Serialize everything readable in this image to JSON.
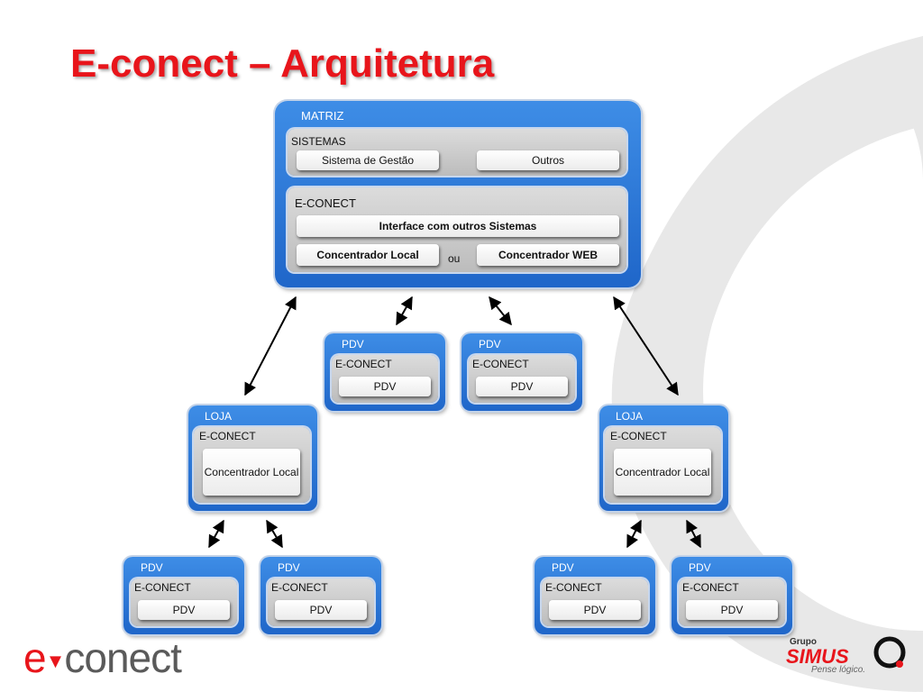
{
  "title": "E-conect – Arquitetura",
  "matriz": {
    "label": "MATRIZ",
    "sistemas": {
      "label": "SISTEMAS",
      "sistema_gestao": "Sistema de Gestão",
      "outros": "Outros"
    },
    "econect": {
      "label": "E-CONECT",
      "interface": "Interface com outros Sistemas",
      "concentrador_local": "Concentrador Local",
      "ou": "ou",
      "concentrador_web": "Concentrador WEB"
    }
  },
  "pdv_top": [
    {
      "label": "PDV",
      "group": "E-CONECT",
      "item": "PDV"
    },
    {
      "label": "PDV",
      "group": "E-CONECT",
      "item": "PDV"
    }
  ],
  "lojas": [
    {
      "label": "LOJA",
      "group": "E-CONECT",
      "item": "Concentrador Local"
    },
    {
      "label": "LOJA",
      "group": "E-CONECT",
      "item": "Concentrador Local"
    }
  ],
  "pdv_bottom": [
    {
      "label": "PDV",
      "group": "E-CONECT",
      "item": "PDV"
    },
    {
      "label": "PDV",
      "group": "E-CONECT",
      "item": "PDV"
    },
    {
      "label": "PDV",
      "group": "E-CONECT",
      "item": "PDV"
    },
    {
      "label": "PDV",
      "group": "E-CONECT",
      "item": "PDV"
    }
  ],
  "footer": {
    "logo_e": "e",
    "logo_conect": "conect",
    "simus_grupo": "Grupo",
    "simus_name": "SIMUS",
    "simus_tagline": "Pense lógico."
  },
  "colors": {
    "title_red": "#e8151b",
    "box_blue": "#2a78db",
    "inner_gray": "#cfcfcf",
    "bg_swirl": "#e6e6e6"
  }
}
